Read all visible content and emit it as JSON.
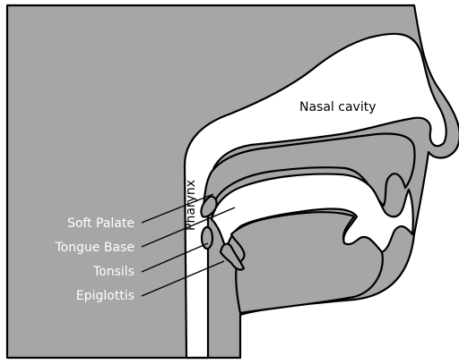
{
  "colors": {
    "tissue": "#a6a6a6",
    "airway": "#ffffff",
    "outline": "#000000",
    "label_left": "#ffffff",
    "label_dark": "#000000"
  },
  "labels": {
    "nasal_cavity": "Nasal cavity",
    "pharynx": "Pharynx",
    "soft_palate": "Soft Palate",
    "tongue_base": "Tongue Base",
    "tonsils": "Tonsils",
    "epiglottis": "Epiglottis"
  }
}
